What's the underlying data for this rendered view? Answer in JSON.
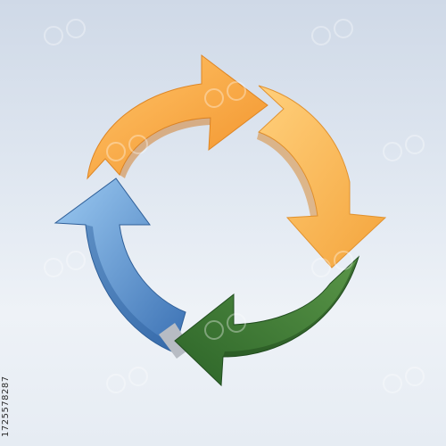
{
  "image": {
    "description_kind": "cycle-arrows",
    "stock_id": "172557828​7"
  },
  "arrows": [
    {
      "id": "orange-top",
      "color_light": "#ffbf5a",
      "color_dark": "#f08e23"
    },
    {
      "id": "orange-right",
      "color_light": "#ffc76b",
      "color_dark": "#f5a23a"
    },
    {
      "id": "green-bottom",
      "color_light": "#5f9a4a",
      "color_dark": "#2f6a2a"
    },
    {
      "id": "blue-left",
      "color_light": "#8cc0ee",
      "color_dark": "#3f77b8"
    }
  ],
  "colors": {
    "background_top": "#cfd9e7",
    "background_bottom": "#eef2f7",
    "watermark": "#ffffff"
  }
}
